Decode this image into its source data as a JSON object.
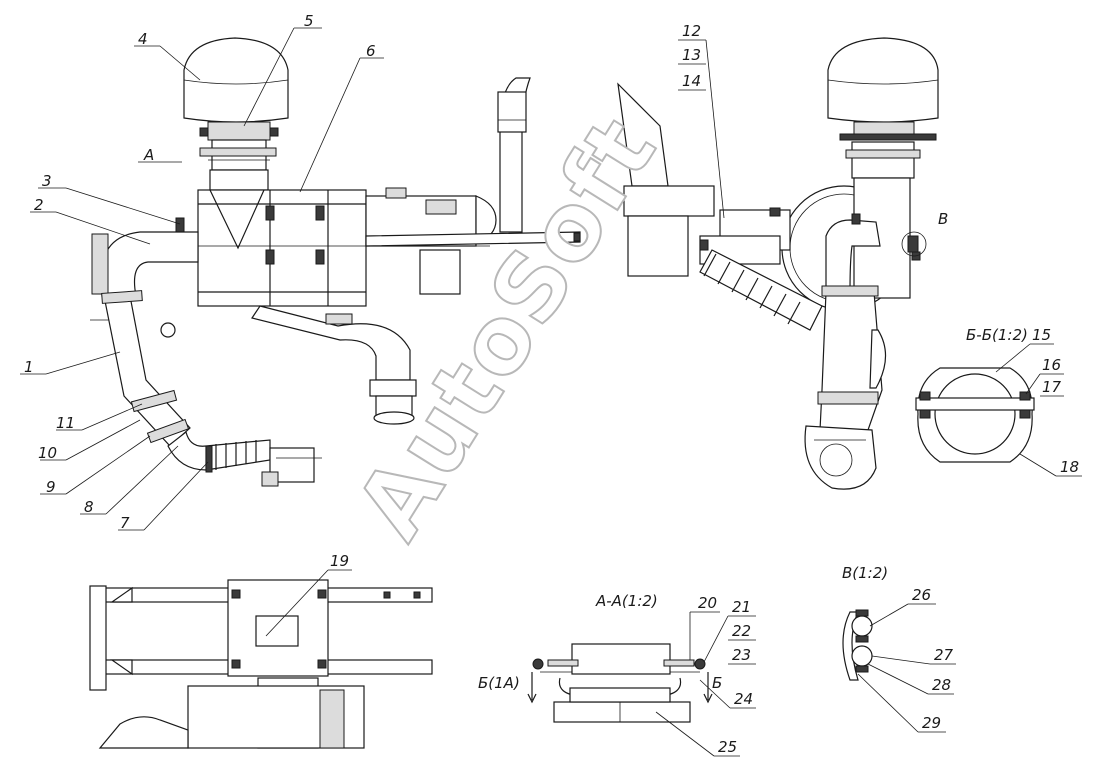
{
  "watermark": "AutoSoft",
  "sections": {
    "a": "А",
    "b": "Б-Б(1:2)",
    "v": "В",
    "aa": "А-А(1:2)",
    "b_1a": "Б(1А)",
    "b_mark": "Б",
    "v12": "В(1:2)"
  },
  "callouts": [
    "1",
    "2",
    "3",
    "4",
    "5",
    "6",
    "7",
    "8",
    "9",
    "10",
    "11",
    "12",
    "13",
    "14",
    "15",
    "16",
    "17",
    "18",
    "19",
    "20",
    "21",
    "22",
    "23",
    "24",
    "25",
    "26",
    "27",
    "28",
    "29"
  ]
}
